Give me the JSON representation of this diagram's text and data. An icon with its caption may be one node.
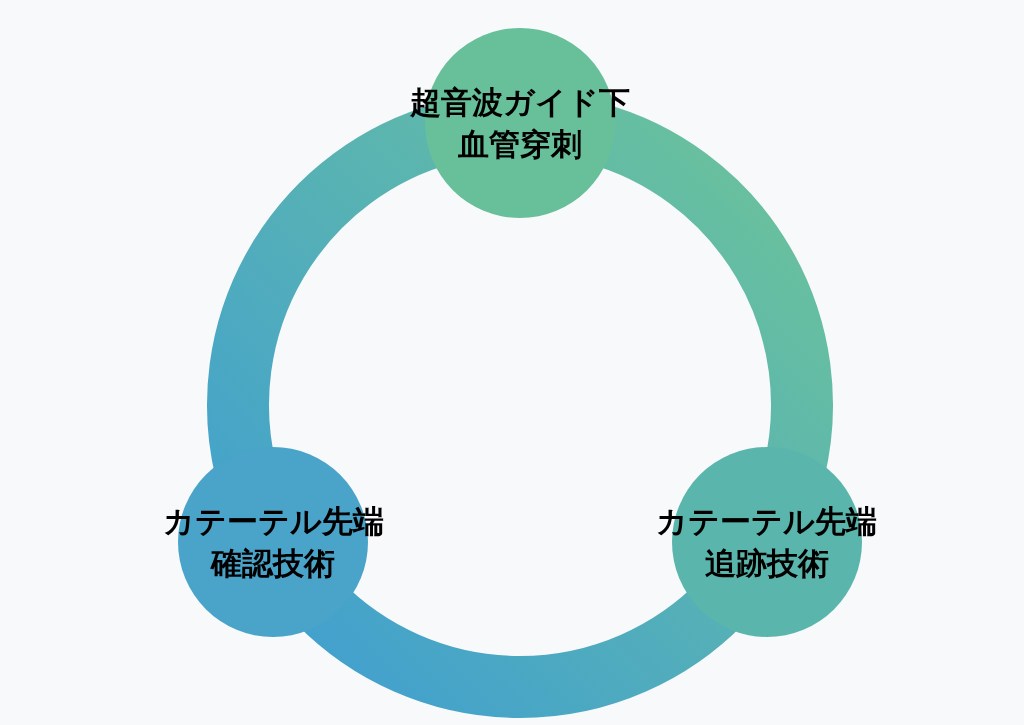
{
  "diagram": {
    "nodes": [
      {
        "text": [
          "超音波ガイド下血管穿刺"
        ]
      },
      {
        "text": [
          "カテーテル先端確認技術"
        ]
      },
      {
        "text": [
          "カテーテル先端追跡技術"
        ]
      }
    ],
    "edges": [
      {
        "from": 0,
        "to": 2,
        "arrow": "none"
      },
      {
        "from": 2,
        "to": 1,
        "arrow": "none"
      },
      {
        "from": 1,
        "to": 0,
        "arrow": "none"
      }
    ]
  }
}
